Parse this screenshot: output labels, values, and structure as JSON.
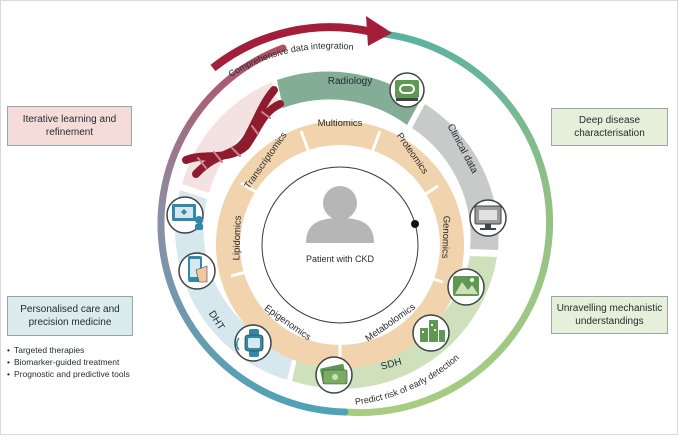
{
  "center_label": "Patient with CKD",
  "outer_ring": {
    "top_label": "Comprehensive data integration",
    "bottom_label": "Predict risk of early detection"
  },
  "middle_ring": {
    "segments": [
      "Radiology",
      "Clinical data",
      "SDH",
      "DHT"
    ]
  },
  "inner_ring": {
    "segments": [
      "Multiomics",
      "Proteomics",
      "Genomics",
      "Metabolomics",
      "Epigenomics",
      "Lipidomics",
      "Transcriptomics"
    ]
  },
  "boxes": {
    "iterative": "Iterative learning and refinement",
    "deep": "Deep disease characterisation",
    "personalised": "Personalised care and precision medicine",
    "unravelling": "Unravelling mechanistic understandings"
  },
  "bullets": [
    "Targeted therapies",
    "Biomarker-guided treatment",
    "Prognostic and predictive tools"
  ],
  "colors": {
    "outer_red": "#a31e3a",
    "outer_green": "#9cc47d",
    "outer_blue": "#5aa6b6",
    "radiology": "#84ad95",
    "clinical": "#c8c9c9",
    "sdh": "#cfe1bc",
    "dht": "#d6e7ee",
    "dna": "#8e1b2e",
    "inner_ring": "#f1d3ad",
    "icon_green": "#5f9850",
    "icon_blue": "#2f89a9",
    "person": "#b6b6b6"
  },
  "icons": [
    "ct-scanner-icon",
    "computer-monitor-icon",
    "smartphone-icon",
    "smartwatch-icon",
    "mountains-icon",
    "city-buildings-icon",
    "money-icon",
    "person-silhouette-icon"
  ]
}
